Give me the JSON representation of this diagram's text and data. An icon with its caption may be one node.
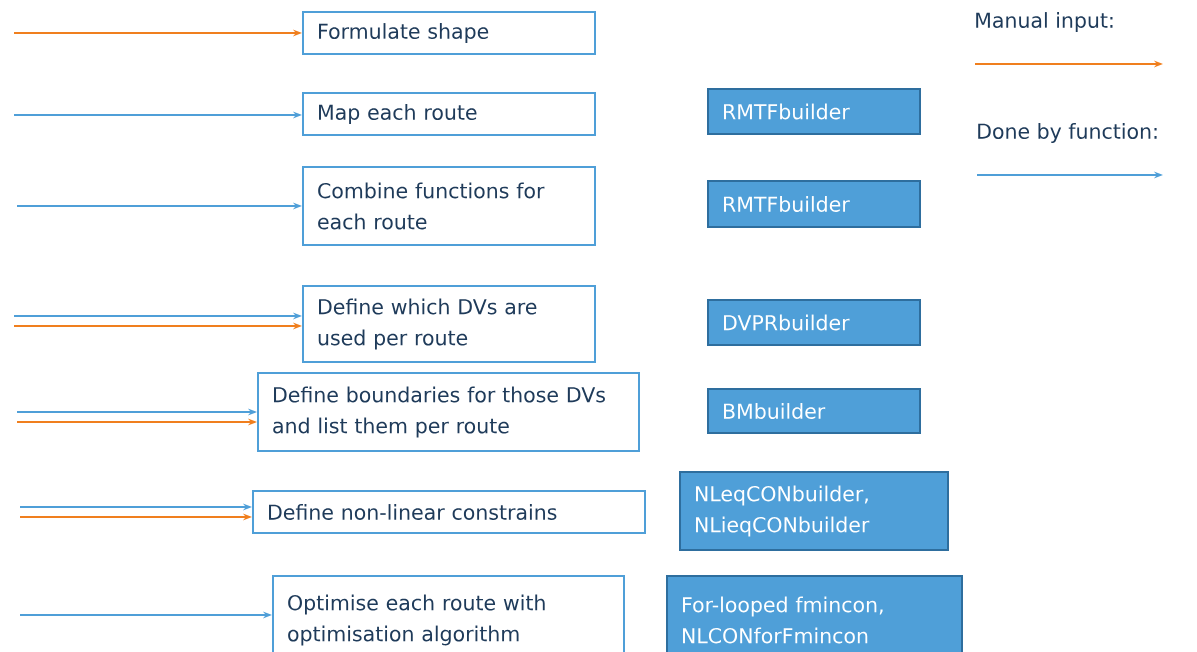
{
  "diagram": {
    "nodes": [
      {
        "text": [
          "Formulate shape"
        ]
      },
      {
        "text": [
          "Map each route"
        ]
      },
      {
        "text": [
          "RMTFbuilder"
        ]
      },
      {
        "text": [
          "Combine functions for each route"
        ]
      },
      {
        "text": [
          "RMTFbuilder"
        ]
      },
      {
        "text": [
          "Define which DVs are used per route"
        ]
      },
      {
        "text": [
          "DVPRbuilder"
        ]
      },
      {
        "text": [
          "Define boundaries for those DVs and list them per route"
        ]
      },
      {
        "text": [
          "BMbuilder"
        ]
      },
      {
        "text": [
          "Define non-linear constrains"
        ]
      },
      {
        "text": [
          "NLeqCONbuilder, NLieqCONbuilder"
        ]
      },
      {
        "text": [
          "Optimise each route with optimisation algorithm"
        ]
      },
      {
        "text": [
          "For-looped fmincon, NLCONforFmincon"
        ]
      }
    ],
    "edges": [
      {
        "from": null,
        "to": 0,
        "arrow": "to",
        "color": "#f07f1e"
      },
      {
        "from": null,
        "to": 1,
        "arrow": "to"
      },
      {
        "from": null,
        "to": 3,
        "arrow": "to"
      },
      {
        "from": null,
        "to": 5,
        "arrow": "to"
      },
      {
        "from": null,
        "to": 5,
        "arrow": "to",
        "color": "#f07f1e"
      },
      {
        "from": null,
        "to": 7,
        "arrow": "to"
      },
      {
        "from": null,
        "to": 7,
        "arrow": "to",
        "color": "#f07f1e"
      },
      {
        "from": null,
        "to": 9,
        "arrow": "to"
      },
      {
        "from": null,
        "to": 9,
        "arrow": "to",
        "color": "#f07f1e"
      },
      {
        "from": null,
        "to": 11,
        "arrow": "to"
      }
    ],
    "legend": [
      {
        "text": "Manual input:"
      },
      {
        "text": "Done by function:"
      }
    ]
  }
}
